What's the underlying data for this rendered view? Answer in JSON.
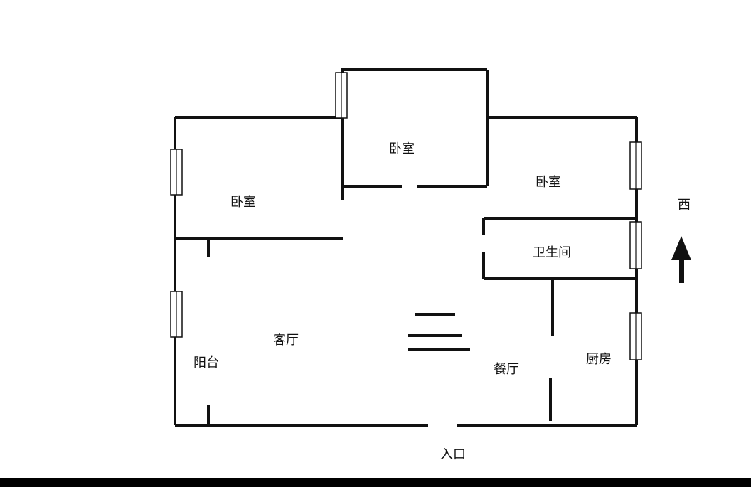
{
  "rooms": {
    "bedroom_top": "卧室",
    "bedroom_left": "卧室",
    "bedroom_right": "卧室",
    "bathroom": "卫生间",
    "living_room": "客厅",
    "balcony": "阳台",
    "dining_room": "餐厅",
    "kitchen": "厨房"
  },
  "entrance_label": "入口",
  "direction_label": "西",
  "colors": {
    "wall": "#111111",
    "background": "#ffffff"
  }
}
